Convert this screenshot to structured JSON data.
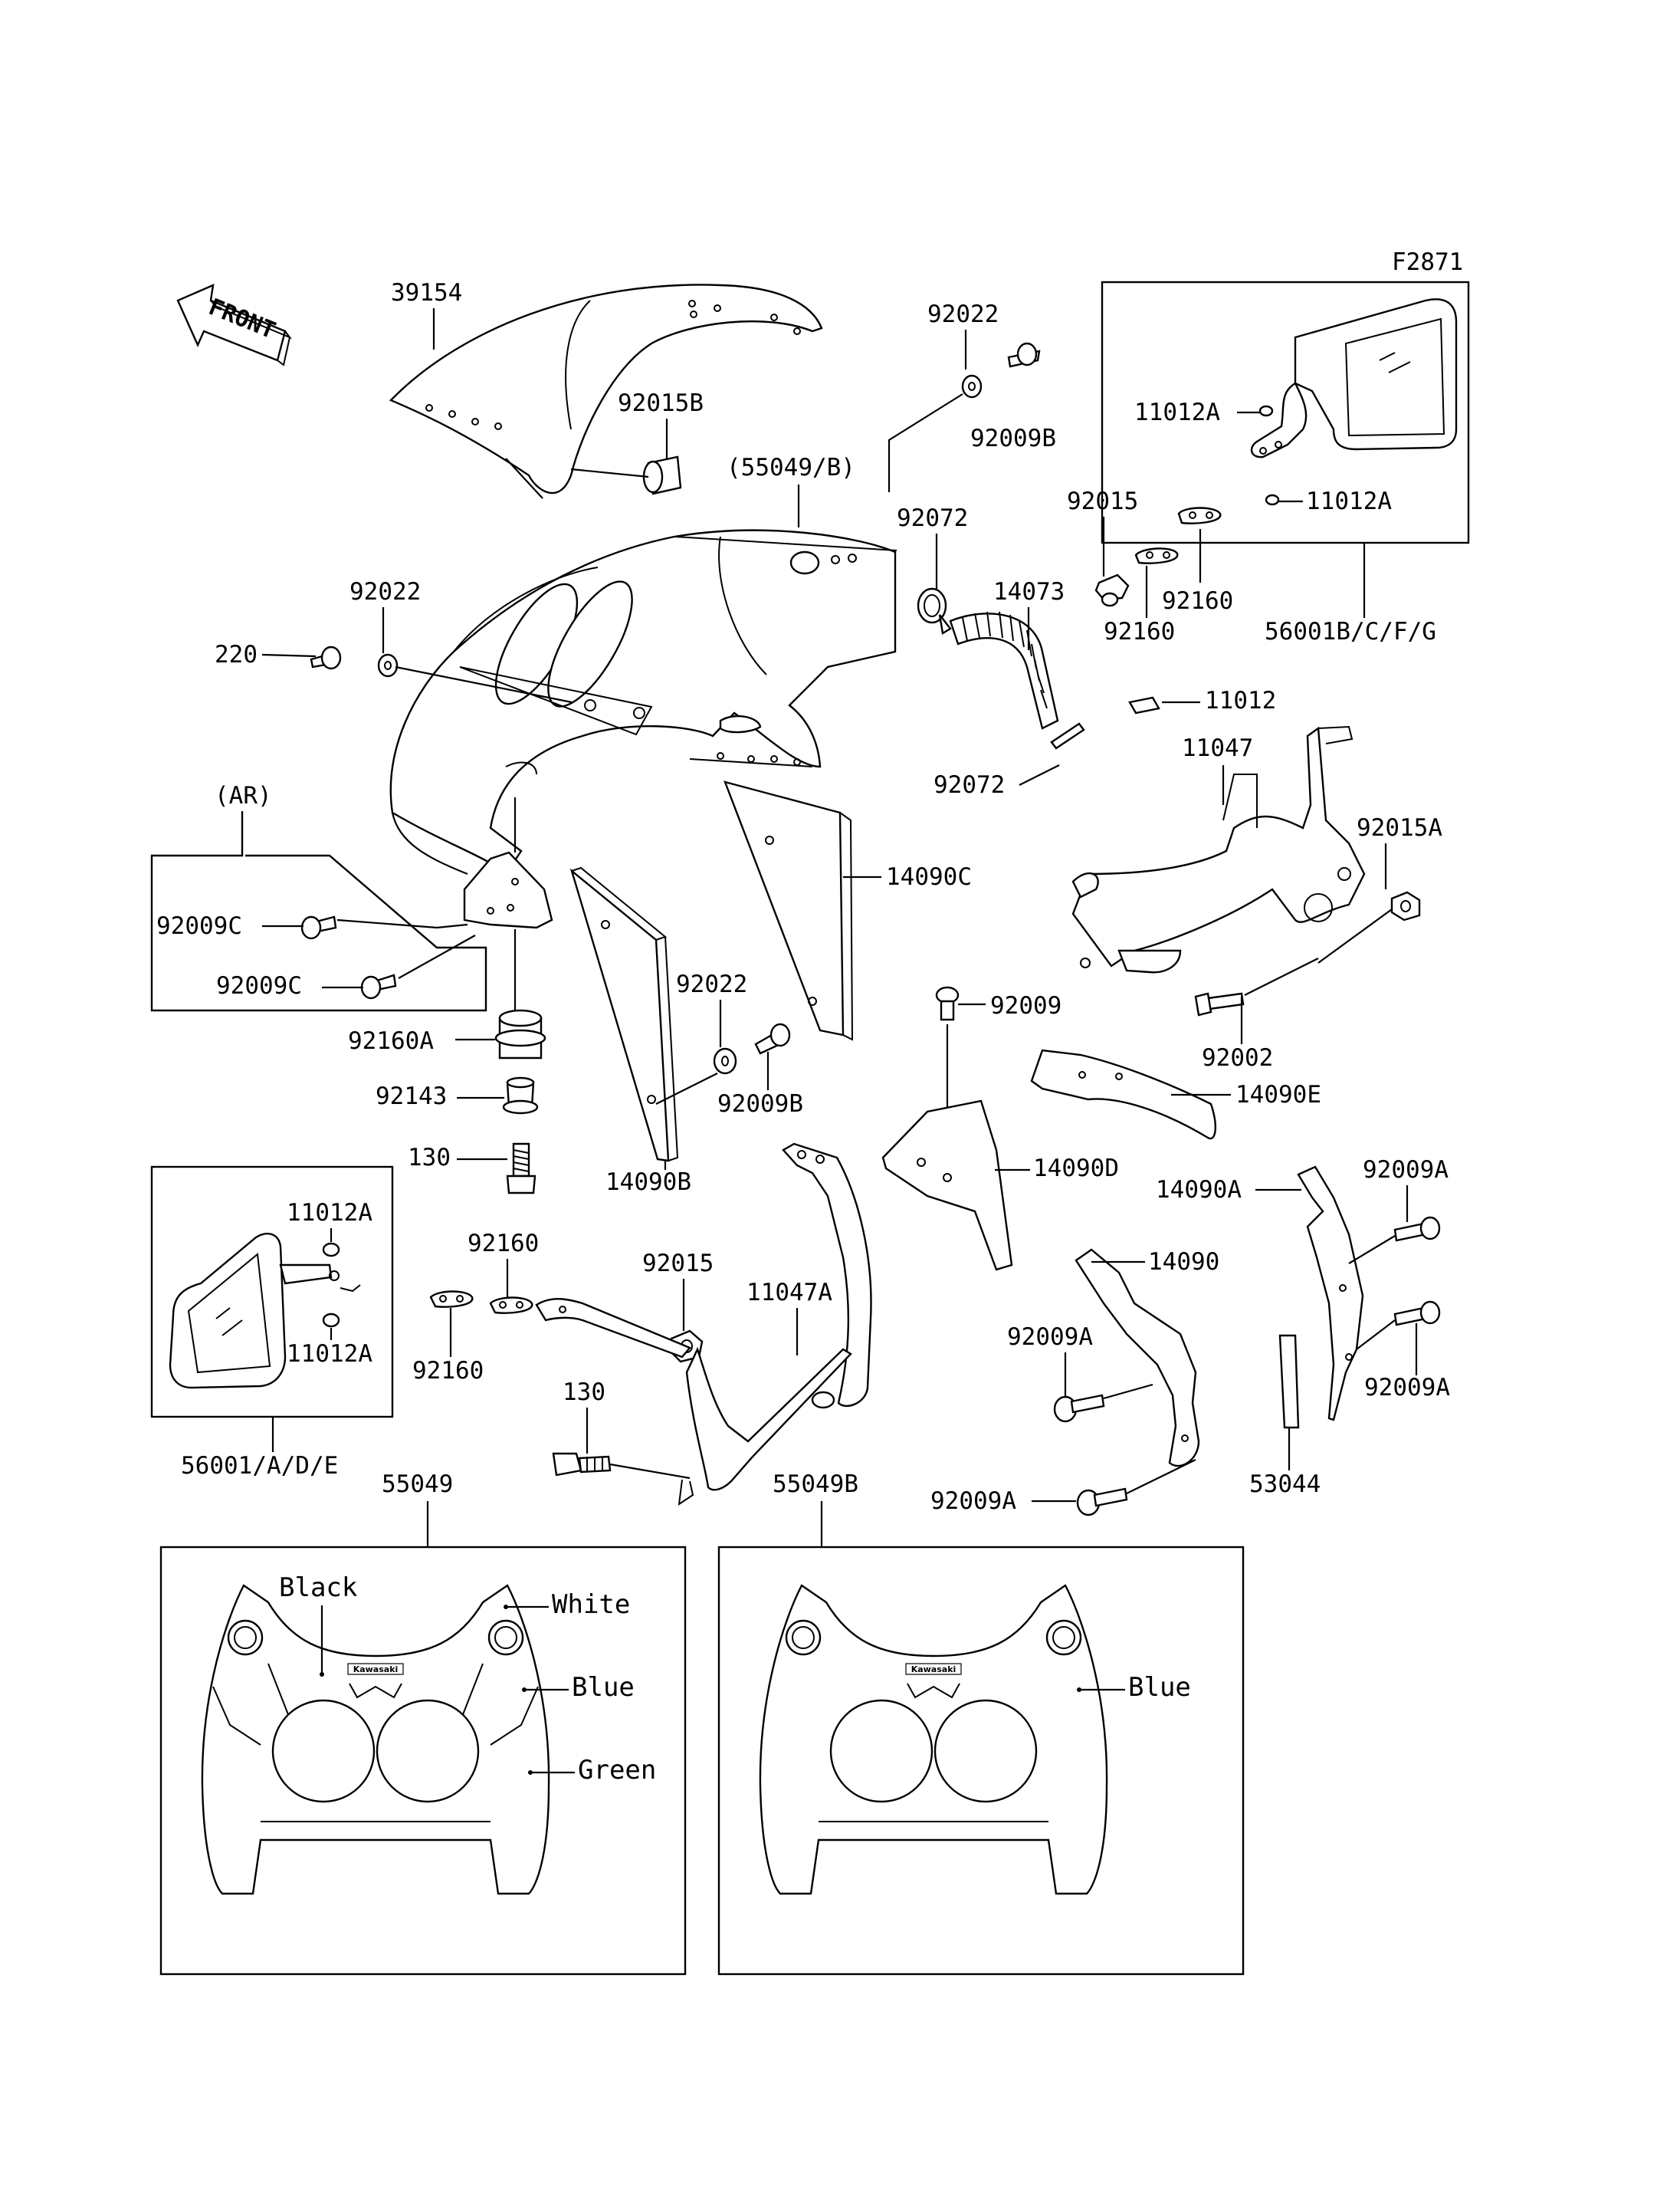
{
  "figure_code": "F2871",
  "front_arrow": "FRONT",
  "parts": {
    "p39154": "39154",
    "p92015B": "92015B",
    "p55049B_ref": "(55049/B)",
    "p92022_top": "92022",
    "p92009B_top": "92009B",
    "p92072_top": "92072",
    "p14073": "14073",
    "p92015_top": "92015",
    "p92160_a": "92160",
    "p92160_b": "92160",
    "p11012A_1": "11012A",
    "p11012A_2": "11012A",
    "p56001BCFG": "56001B/C/F/G",
    "p92022_left": "92022",
    "p220": "220",
    "p11012": "11012",
    "p92072_mid": "92072",
    "p11047": "11047",
    "p92015A": "92015A",
    "pAR": "(AR)",
    "p92009C_1": "92009C",
    "p92009C_2": "92009C",
    "p14090C": "14090C",
    "p92022_mid": "92022",
    "p92009B_mid": "92009B",
    "p92009": "92009",
    "p92002": "92002",
    "p92160A": "92160A",
    "p92143": "92143",
    "p14090E": "14090E",
    "p130_top": "130",
    "p14090B": "14090B",
    "p14090D": "14090D",
    "p14090A": "14090A",
    "p92009A_r1": "92009A",
    "p11012A_3": "11012A",
    "p11012A_4": "11012A",
    "p92160_c": "92160",
    "p92160_d": "92160",
    "p92015_mid": "92015",
    "p11047A": "11047A",
    "p14090": "14090",
    "p92009A_mid": "92009A",
    "p92009A_r2": "92009A",
    "p130_bot": "130",
    "p56001ADE": "56001/A/D/E",
    "p53044": "53044",
    "p92009A_bot": "92009A",
    "p55049": "55049",
    "p55049B": "55049B"
  },
  "variants": {
    "left": {
      "logo": "Kawasaki",
      "colors": [
        "Black",
        "White",
        "Blue",
        "Green"
      ]
    },
    "right": {
      "logo": "Kawasaki",
      "colors": [
        "Blue"
      ]
    }
  }
}
